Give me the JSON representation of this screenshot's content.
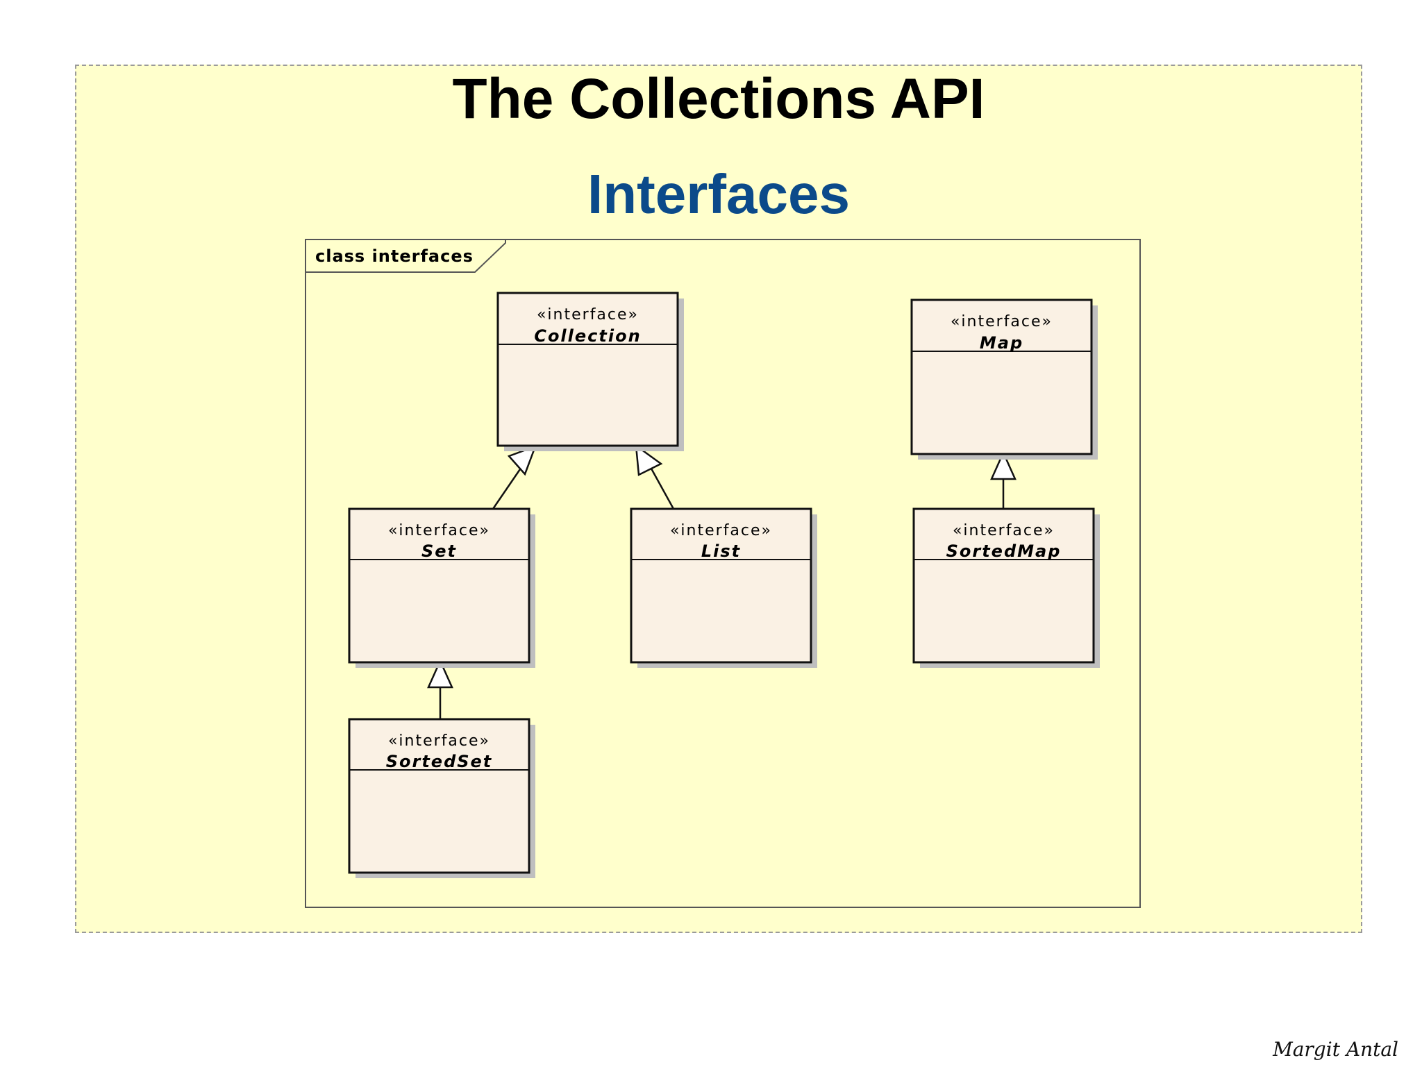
{
  "slide": {
    "title": "The Collections API",
    "subtitle": "Interfaces",
    "author": "Margit Antal",
    "colors": {
      "slide_background": "#ffffcc",
      "title": "#000000",
      "subtitle": "#0b4a8a",
      "class_box_fill": "#faf1e4",
      "class_box_shadow": "#bfbfbf"
    }
  },
  "diagram": {
    "frame_label": "class interfaces",
    "classes": [
      {
        "id": "collection",
        "stereotype": "«interface»",
        "name": "Collection"
      },
      {
        "id": "map",
        "stereotype": "«interface»",
        "name": "Map"
      },
      {
        "id": "set",
        "stereotype": "«interface»",
        "name": "Set"
      },
      {
        "id": "list",
        "stereotype": "«interface»",
        "name": "List"
      },
      {
        "id": "sortedmap",
        "stereotype": "«interface»",
        "name": "SortedMap"
      },
      {
        "id": "sortedset",
        "stereotype": "«interface»",
        "name": "SortedSet"
      }
    ],
    "generalizations": [
      {
        "child": "set",
        "parent": "collection"
      },
      {
        "child": "list",
        "parent": "collection"
      },
      {
        "child": "sortedset",
        "parent": "set"
      },
      {
        "child": "sortedmap",
        "parent": "map"
      }
    ]
  }
}
